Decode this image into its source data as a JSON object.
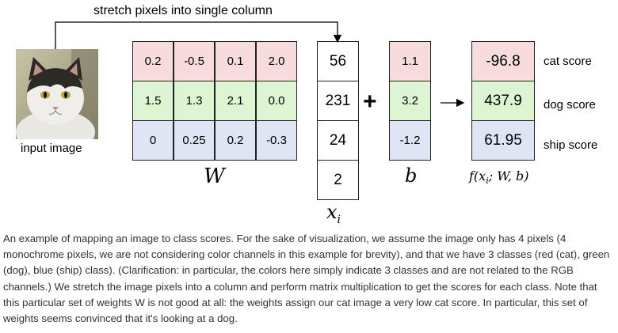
{
  "title": "stretch pixels into single column",
  "input_label": "input image",
  "W": {
    "rows": [
      [
        "0.2",
        "-0.5",
        "0.1",
        "2.0"
      ],
      [
        "1.5",
        "1.3",
        "2.1",
        "0.0"
      ],
      [
        "0",
        "0.25",
        "0.2",
        "-0.3"
      ]
    ],
    "label": "W"
  },
  "x": {
    "values": [
      "56",
      "231",
      "24",
      "2"
    ],
    "label_base": "x",
    "label_sub": "i"
  },
  "plus": "+",
  "b": {
    "values": [
      "1.1",
      "3.2",
      "-1.2"
    ],
    "label": "b"
  },
  "scores": {
    "values": [
      "-96.8",
      "437.9",
      "61.95"
    ],
    "label": "f(x_i; W, b)"
  },
  "score_labels": [
    "cat score",
    "dog score",
    "ship score"
  ],
  "row_colors": [
    "#f6dcdc",
    "#def5d4",
    "#dfe5f5"
  ],
  "caption": "An example of mapping an image to class scores. For the sake of visualization, we assume the image only has 4 pixels (4 monochrome pixels, we are not considering color channels in this example for brevity), and that we have 3 classes (red (cat), green (dog), blue (ship) class). (Clarification: in particular, the colors here simply indicate 3 classes and are not related to the RGB channels.) We stretch the image pixels into a column and perform matrix multiplication to get the scores for each class. Note that this particular set of weights W is not good at all: the weights assign our cat image a very low cat score. In particular, this set of weights seems convinced that it's looking at a dog."
}
